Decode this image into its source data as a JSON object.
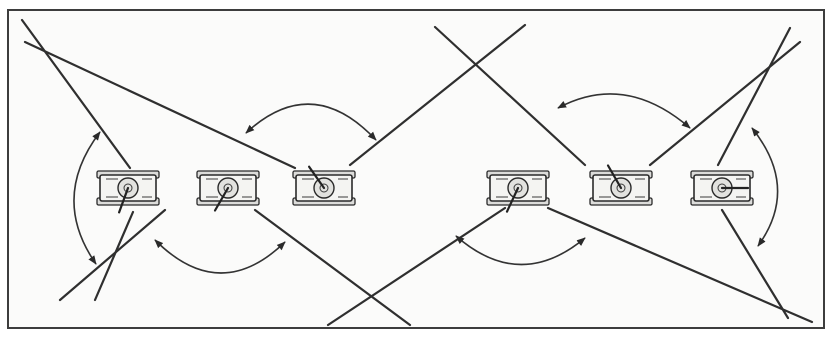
{
  "diagram": {
    "vehicle_icon": "armored-vehicle-top-view-icon",
    "colors": {
      "frame": "#3d3d3d",
      "background": "#fbfbfa",
      "lines": "#2f2f2f"
    },
    "groups": [
      {
        "name": "left-group",
        "vehicles": [
          {
            "id": "v1",
            "gun_deg": 110
          },
          {
            "id": "v2",
            "gun_deg": 120
          },
          {
            "id": "v3",
            "gun_deg": -125
          }
        ]
      },
      {
        "name": "right-group",
        "vehicles": [
          {
            "id": "v4",
            "gun_deg": 115
          },
          {
            "id": "v5",
            "gun_deg": -120
          },
          {
            "id": "v6",
            "gun_deg": 0
          }
        ]
      }
    ]
  }
}
